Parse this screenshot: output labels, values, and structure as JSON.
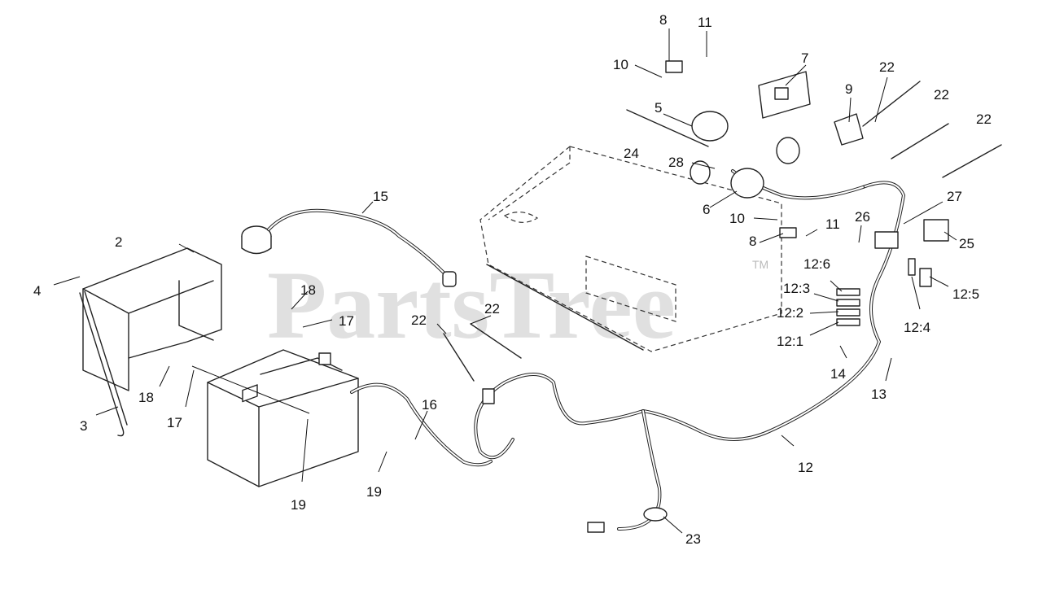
{
  "watermark": {
    "text": "PartsTree",
    "trademark": "TM"
  },
  "callouts": [
    {
      "label": "8"
    },
    {
      "label": "11"
    },
    {
      "label": "10"
    },
    {
      "label": "7"
    },
    {
      "label": "22"
    },
    {
      "label": "9"
    },
    {
      "label": "22"
    },
    {
      "label": "22"
    },
    {
      "label": "5"
    },
    {
      "label": "24"
    },
    {
      "label": "28"
    },
    {
      "label": "15"
    },
    {
      "label": "6"
    },
    {
      "label": "10"
    },
    {
      "label": "11"
    },
    {
      "label": "8"
    },
    {
      "label": "26"
    },
    {
      "label": "27"
    },
    {
      "label": "25"
    },
    {
      "label": "2"
    },
    {
      "label": "4"
    },
    {
      "label": "18"
    },
    {
      "label": "17"
    },
    {
      "label": "22"
    },
    {
      "label": "22"
    },
    {
      "label": "12:6"
    },
    {
      "label": "12:3"
    },
    {
      "label": "12:2"
    },
    {
      "label": "12:1"
    },
    {
      "label": "12:5"
    },
    {
      "label": "12:4"
    },
    {
      "label": "14"
    },
    {
      "label": "13"
    },
    {
      "label": "18"
    },
    {
      "label": "17"
    },
    {
      "label": "16"
    },
    {
      "label": "3"
    },
    {
      "label": "19"
    },
    {
      "label": "19"
    },
    {
      "label": "12"
    },
    {
      "label": "23"
    }
  ]
}
